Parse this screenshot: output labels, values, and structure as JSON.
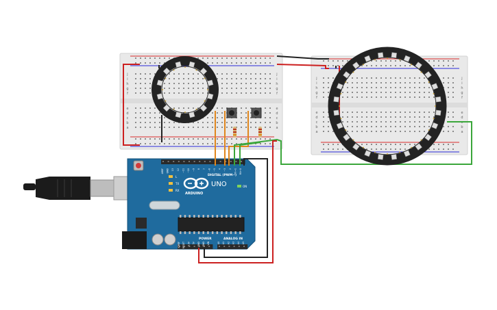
{
  "colors": {
    "breadboard": "#e9e9e9",
    "breadboard_edge": "#d2d2d2",
    "rail_red": "#d92a2a",
    "rail_blue": "#2a2ad9",
    "hole": "#8a8a8a",
    "pcb": "#1f6b9e",
    "pcb_dark": "#15517a",
    "header": "#2a2a2a",
    "ring_body": "#232323",
    "led": "#dedede",
    "wire_red": "#cc1f1f",
    "wire_black": "#222222",
    "wire_orange": "#e0861c",
    "wire_green": "#3aa63a",
    "usb_plug": "#bdbdbd",
    "usb_cable": "#1b1b1b"
  },
  "arduino": {
    "brand": "ARDUINO",
    "model": "UNO",
    "digital_label": "DIGITAL (PWM~)",
    "power_label": "POWER",
    "analog_label": "ANALOG IN",
    "on_label": "ON",
    "tx_label": "TX",
    "rx_label": "RX",
    "l_label": "L",
    "digital_pins": [
      "AREF",
      "GND",
      "13",
      "12",
      "~11",
      "~10",
      "~9",
      "8",
      "7",
      "~6",
      "~5",
      "4",
      "~3",
      "2",
      "TX→1",
      "RX←0"
    ],
    "power_pins": [
      "IOREF",
      "RESET",
      "3.3V",
      "5V",
      "GND",
      "GND",
      "VIN"
    ],
    "analog_pins": [
      "A0",
      "A1",
      "A2",
      "A3",
      "A4",
      "A5"
    ]
  },
  "breadboards": {
    "row_letters_top": [
      "j",
      "i",
      "h",
      "g",
      "f"
    ],
    "row_letters_bottom": [
      "e",
      "d",
      "c",
      "b",
      "a"
    ]
  },
  "rings": {
    "small_led_count": 12,
    "large_led_count": 24
  }
}
